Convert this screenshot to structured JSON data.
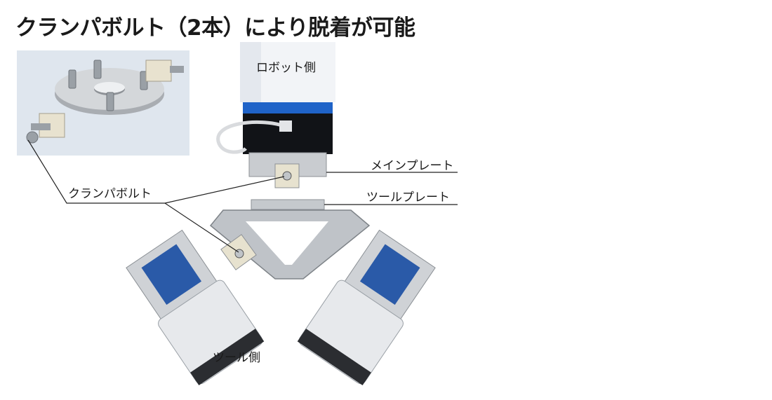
{
  "title": "クランパボルト（2本）により脱着が可能",
  "labels": {
    "robot_side": "ロボット側",
    "main_plate": "メインプレート",
    "tool_plate": "ツールプレート",
    "clamp_bolt": "クランパボルト",
    "tool_side": "ツール側"
  },
  "colors": {
    "inset_bg": "#dfe6ee",
    "robot_blue": "#1f63c8",
    "leader_line": "#222222",
    "metal": "#c9ccd0",
    "cover": "#e7e9ec",
    "module_blue": "#2a5aa8"
  }
}
